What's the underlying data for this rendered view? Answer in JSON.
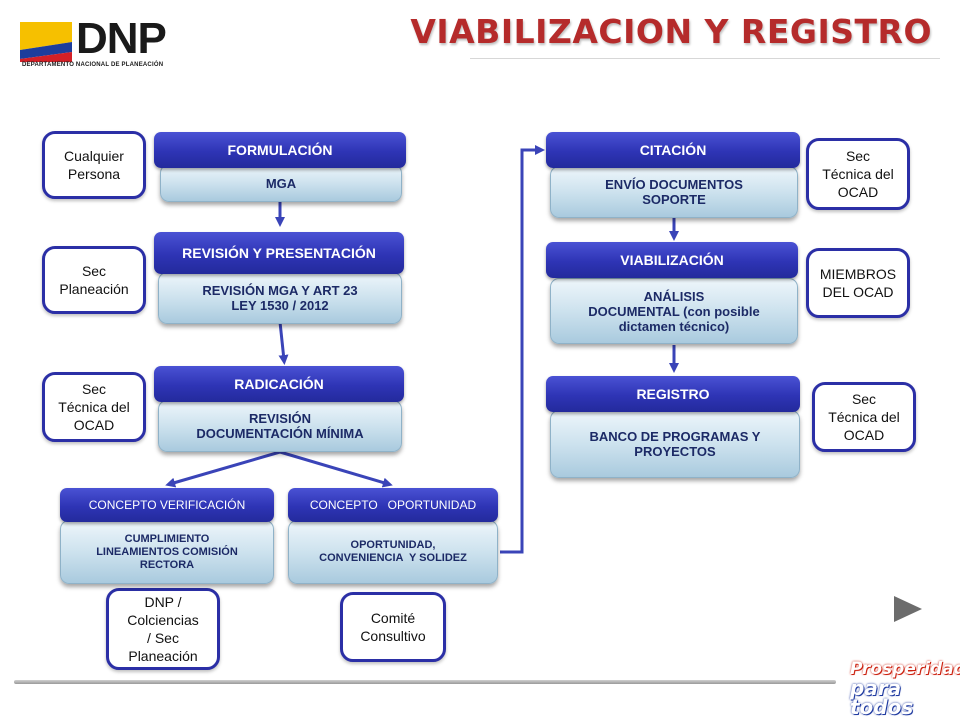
{
  "header": {
    "logo_text": "DNP",
    "logo_subtitle": "DEPARTAMENTO NACIONAL DE PLANEACIÓN",
    "title": "VIABILIZACION Y REGISTRO"
  },
  "flow": {
    "formulacion": {
      "header": "FORMULACIÓN",
      "body": "MGA"
    },
    "revision_presentacion": {
      "header": "REVISIÓN Y PRESENTACIÓN",
      "body_line1": "REVISIÓN MGA Y ART 23",
      "body_line2": "LEY 1530 / 2012"
    },
    "radicacion": {
      "header": "RADICACIÓN",
      "body_line1": "REVISIÓN",
      "body_line2": "DOCUMENTACIÓN MÍNIMA"
    },
    "concepto_verificacion": {
      "header": "CONCEPTO VERIFICACIÓN",
      "body_line1": "CUMPLIMIENTO",
      "body_line2": "LINEAMIENTOS COMISIÓN",
      "body_line3": "RECTORA"
    },
    "concepto_oportunidad": {
      "header": "CONCEPTO   OPORTUNIDAD",
      "body_line1": "OPORTUNIDAD,",
      "body_line2": "CONVENIENCIA  Y SOLIDEZ"
    },
    "citacion": {
      "header": "CITACIÓN",
      "body_line1": "ENVÍO DOCUMENTOS",
      "body_line2": "SOPORTE"
    },
    "viabilizacion": {
      "header": "VIABILIZACIÓN",
      "body_line1": "ANÁLISIS",
      "body_line2": "DOCUMENTAL (con posible",
      "body_line3": "dictamen técnico)"
    },
    "registro": {
      "header": "REGISTRO",
      "body_line1": "BANCO DE PROGRAMAS Y",
      "body_line2": "PROYECTOS"
    }
  },
  "actors": {
    "cualquier_persona": {
      "line1": "Cualquier",
      "line2": "Persona"
    },
    "sec_planeacion": {
      "line1": "Sec",
      "line2": "Planeación"
    },
    "sec_tecnica_1": {
      "line1": "Sec",
      "line2": "Técnica del",
      "line3": "OCAD"
    },
    "dnp_colciencias": {
      "line1": "DNP /",
      "line2": "Colciencias",
      "line3": "/ Sec",
      "line4": "Planeación"
    },
    "comite_consultivo": {
      "line1": "Comité",
      "line2": "Consultivo"
    },
    "sec_tecnica_2": {
      "line1": "Sec",
      "line2": "Técnica del",
      "line3": "OCAD"
    },
    "miembros_ocad": {
      "line1": "MIEMBROS",
      "line2": "DEL OCAD"
    },
    "sec_tecnica_3": {
      "line1": "Sec",
      "line2": "Técnica del",
      "line3": "OCAD"
    }
  },
  "footer": {
    "badge_line1": "Prosperidad",
    "badge_line2": "para todos"
  },
  "colors": {
    "title": "#b52b2b",
    "header_box": "#2e34b5",
    "body_box": "#cde2ee",
    "connector": "#2b2fa6",
    "arrow": "#3a44b8"
  }
}
